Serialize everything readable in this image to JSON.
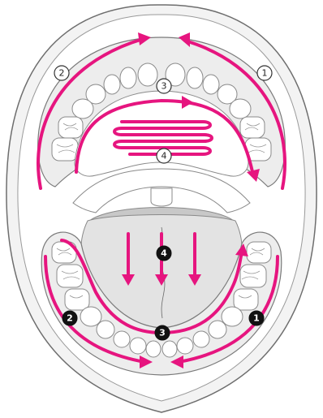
{
  "labels": {
    "upper": [
      "1",
      "2",
      "3",
      "4"
    ],
    "lower": [
      "1",
      "2",
      "3",
      "4"
    ]
  },
  "colors": {
    "arrow": "#e6157f",
    "outline": "#7a7a7a"
  }
}
